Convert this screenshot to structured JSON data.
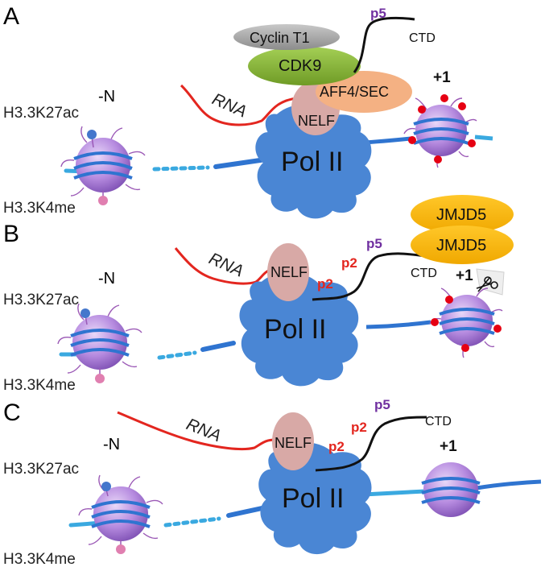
{
  "panels": [
    {
      "letter": "A",
      "rna": "RNA",
      "neg_n": "-N",
      "h3k27ac": "H3.3K27ac",
      "h3k4me": "H3.3K4me",
      "pol": "Pol II",
      "nelf": "NELF",
      "cdk9": "CDK9",
      "cyclin": "Cyclin T1",
      "aff4": "AFF4/SEC",
      "p5": "p5",
      "ctd": "CTD",
      "plus1": "+1"
    },
    {
      "letter": "B",
      "rna": "RNA",
      "neg_n": "-N",
      "h3k27ac": "H3.3K27ac",
      "h3k4me": "H3.3K4me",
      "pol": "Pol II",
      "nelf": "NELF",
      "jmjd_top": "JMJD5",
      "jmjd_bottom": "JMJD5",
      "p2a": "p2",
      "p2b": "p2",
      "p5": "p5",
      "ctd": "CTD",
      "plus1": "+1"
    },
    {
      "letter": "C",
      "rna": "RNA",
      "neg_n": "-N",
      "h3k27ac": "H3.3K27ac",
      "h3k4me": "H3.3K4me",
      "pol": "Pol II",
      "nelf": "NELF",
      "p2a": "p2",
      "p2b": "p2",
      "p5": "p5",
      "ctd": "CTD",
      "plus1": "+1"
    }
  ],
  "colors": {
    "pol": "#4a86d4",
    "nelf": "#d8a9a6",
    "cdk9": "#8ab83a",
    "cyclin": "#a6a6a6",
    "aff4": "#f4b183",
    "jmjd": "#f6b800",
    "rna": "#e3261f",
    "phospho_label": "#e3261f",
    "p5_label": "#7030a0",
    "dna": "#2f74d0",
    "dna_light": "#3aa9e0",
    "nucleosome": "#b78ce0",
    "mark_red": "#e60012",
    "mark_blue": "#4477cc",
    "mark_pink": "#e07fb0"
  }
}
